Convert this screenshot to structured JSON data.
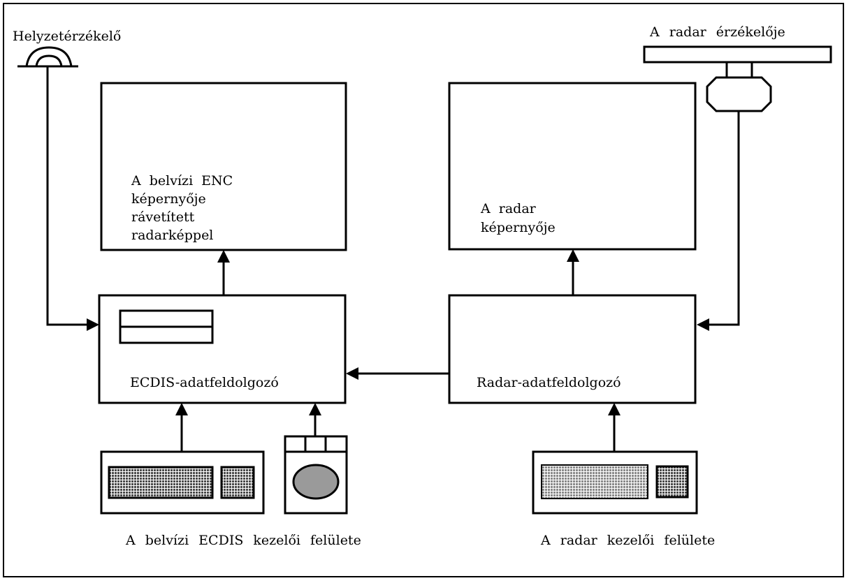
{
  "labels": {
    "position_sensor": "Helyzetérzékelő",
    "radar_sensor": "A radar érzékelője",
    "enc_screen": [
      "A belvízi ENC",
      "képernyője",
      "rávetített",
      "radarképpel"
    ],
    "radar_screen": [
      "A radar",
      "képernyője"
    ],
    "ecdis_processor": "ECDIS-adatfeldolgozó",
    "radar_processor": "Radar-adatfeldolgozó",
    "ecdis_interface": "A belvízi ECDIS kezelői felülete",
    "radar_interface": "A radar kezelői felülete"
  },
  "colors": {
    "line": "#000000",
    "background": "#ffffff",
    "trackball": "#9a9a9a",
    "keypad_fill": "#6f6f6f"
  }
}
